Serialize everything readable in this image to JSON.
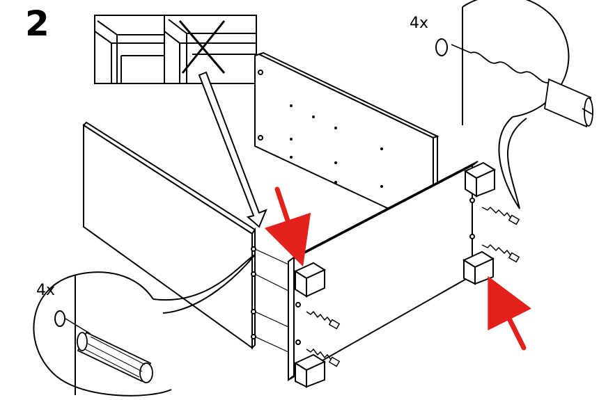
{
  "step": {
    "number": "2"
  },
  "callouts": {
    "top_right_qty": "4x",
    "bottom_left_qty": "4x"
  },
  "colors": {
    "line": "#000000",
    "background": "#ffffff",
    "arrow": "#e3201b"
  },
  "icons": {
    "detail_wrong": "cross-mark-icon",
    "screw": "cam-screw-icon",
    "dowel": "wooden-dowel-icon"
  }
}
